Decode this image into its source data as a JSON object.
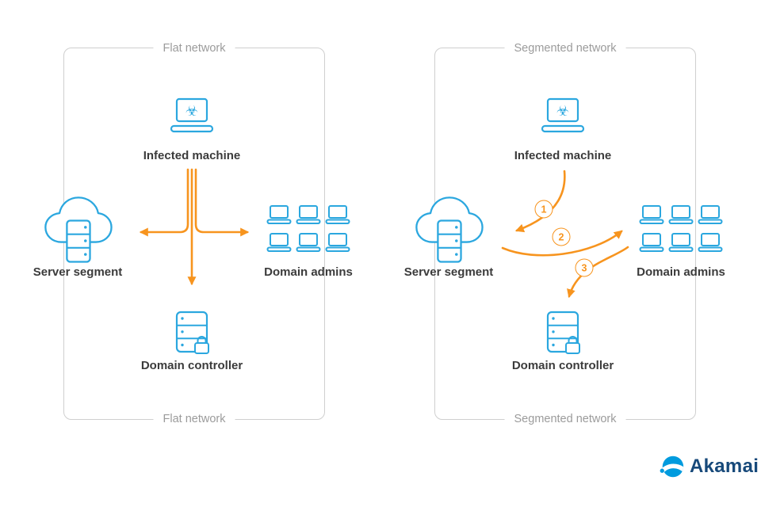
{
  "colors": {
    "icon_blue": "#2BA7DF",
    "arrow_orange": "#F7941E",
    "panel_border": "#CFCFCF",
    "panel_title_gray": "#9B9B9B",
    "node_label_dark": "#3B3B3B",
    "logo_blue": "#009BDE",
    "logo_text_navy": "#17497A"
  },
  "panel_left": {
    "title_top": "Flat network",
    "title_bottom": "Flat network",
    "infected_label": "Infected machine",
    "server_label": "Server segment",
    "admins_label": "Domain admins",
    "controller_label": "Domain controller"
  },
  "panel_right": {
    "title_top": "Segmented network",
    "title_bottom": "Segmented network",
    "infected_label": "Infected machine",
    "server_label": "Server segment",
    "admins_label": "Domain admins",
    "controller_label": "Domain controller",
    "steps": [
      "1",
      "2",
      "3"
    ]
  },
  "logo": {
    "text": "Akamai"
  }
}
